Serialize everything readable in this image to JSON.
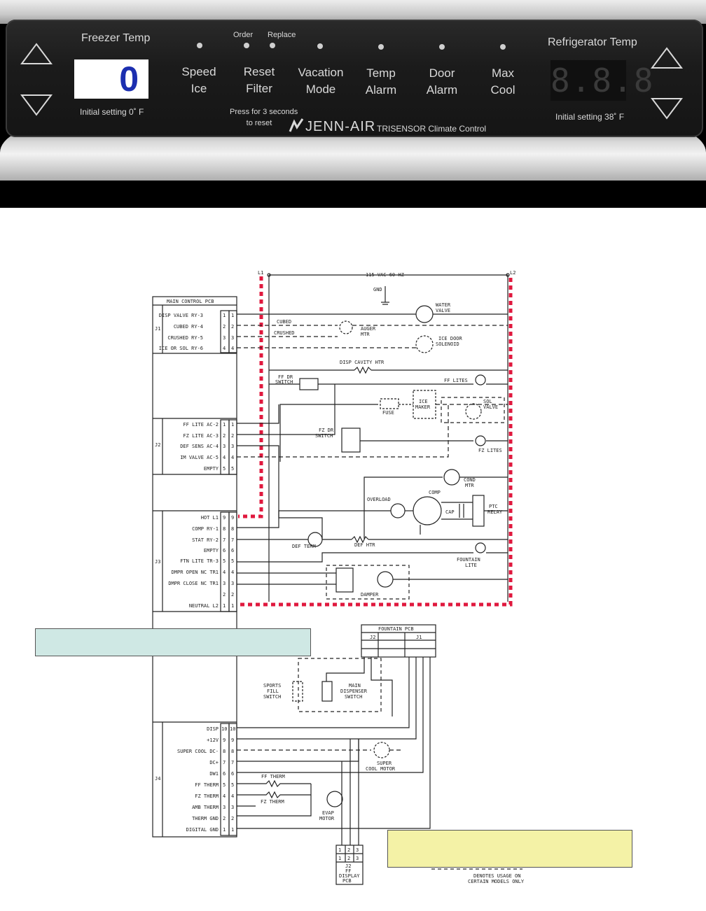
{
  "panel": {
    "freezer_title": "Freezer Temp",
    "freezer_value": "0",
    "freezer_initial": "Initial setting  0˚ F",
    "fridge_title": "Refrigerator Temp",
    "fridge_value": "8.8.8",
    "fridge_initial": "Initial setting  38˚ F",
    "order_label": "Order",
    "replace_label": "Replace",
    "buttons": [
      {
        "line1": "Speed",
        "line2": "Ice"
      },
      {
        "line1": "Reset",
        "line2": "Filter"
      },
      {
        "line1": "Vacation",
        "line2": "Mode"
      },
      {
        "line1": "Temp",
        "line2": "Alarm"
      },
      {
        "line1": "Door",
        "line2": "Alarm"
      },
      {
        "line1": "Max",
        "line2": "Cool"
      }
    ],
    "press_note_1": "Press for 3 seconds",
    "press_note_2": "to reset",
    "brand": "JENN-AIR",
    "brand_sub": "TRISENSOR  Climate Control"
  },
  "diagram": {
    "power": "115 VAC 60 HZ",
    "l1": "L1",
    "l2": "L2",
    "gnd": "GND",
    "pcb_title": "MAIN CONTROL PCB",
    "j1": "J1",
    "j2": "J2",
    "j3": "J3",
    "j4": "J4",
    "j1_pins": [
      {
        "label": "DISP VALVE RY-3",
        "pin": "1"
      },
      {
        "label": "CUBED RY-4",
        "pin": "2"
      },
      {
        "label": "CRUSHED RY-5",
        "pin": "3"
      },
      {
        "label": "ICE OR SOL RY-6",
        "pin": "4"
      }
    ],
    "j2_pins": [
      {
        "label": "FF LITE AC-2",
        "pin": "1"
      },
      {
        "label": "FZ LITE AC-3",
        "pin": "2"
      },
      {
        "label": "DEF SENS AC-4",
        "pin": "3"
      },
      {
        "label": "IM VALVE AC-5",
        "pin": "4"
      },
      {
        "label": "EMPTY",
        "pin": "5"
      }
    ],
    "j3_pins": [
      {
        "label": "HOT L1",
        "pin": "9"
      },
      {
        "label": "COMP RY-1",
        "pin": "8"
      },
      {
        "label": "STAT RY-2",
        "pin": "7"
      },
      {
        "label": "EMPTY",
        "pin": "6"
      },
      {
        "label": "FTN LITE TR-3",
        "pin": "5"
      },
      {
        "label": "DMPR OPEN NC TR1",
        "pin": "4"
      },
      {
        "label": "DMPR CLOSE NC TR1",
        "pin": "3"
      },
      {
        "label": "",
        "pin": "2"
      },
      {
        "label": "NEUTRAL L2",
        "pin": "1"
      }
    ],
    "j4_pins": [
      {
        "label": "DISP",
        "pin": "10"
      },
      {
        "label": "+12V",
        "pin": "9"
      },
      {
        "label": "SUPER COOL DC-",
        "pin": "8"
      },
      {
        "label": "DC+",
        "pin": "7"
      },
      {
        "label": "DW1",
        "pin": "6"
      },
      {
        "label": "FF THERM",
        "pin": "5"
      },
      {
        "label": "FZ THERM",
        "pin": "4"
      },
      {
        "label": "AMB THERM",
        "pin": "3"
      },
      {
        "label": "THERM GND",
        "pin": "2"
      },
      {
        "label": "DIGITAL GND",
        "pin": "1"
      }
    ],
    "components": {
      "water_valve": [
        "WATER",
        "VALVE"
      ],
      "cubed": "CUBED",
      "crushed": "CRUSHED",
      "auger": [
        "AUGER",
        "MTR"
      ],
      "ice_door": [
        "ICE DOOR",
        "SOLENOID"
      ],
      "disp_cavity": "DISP CAVITY HTR",
      "ff_dr_switch": [
        "FF DR",
        "SWITCH"
      ],
      "ff_lites": "FF LITES",
      "fuse": "FUSE",
      "ice_maker": [
        "ICE",
        "MAKER"
      ],
      "sol_valve": [
        "SOL",
        "VALVE"
      ],
      "fz_dr_switch": [
        "FZ DR",
        "SWITCH"
      ],
      "fz_lites": "FZ LITES",
      "cond_mtr": [
        "COND",
        "MTR"
      ],
      "overload": "OVERLOAD",
      "comp": "COMP",
      "cap": "CAP",
      "ptc_relay": [
        "PTC",
        "RELAY"
      ],
      "def_term": "DEF TERM",
      "def_htr": "DEF HTR",
      "fountain_lite": [
        "FOUNTAIN",
        "LITE"
      ],
      "damper": "DAMPER",
      "fountain_pcb": "FOUNTAIN PCB",
      "sports_fill": [
        "SPORTS",
        "FILL",
        "SWITCH"
      ],
      "main_dispenser": [
        "MAIN",
        "DISPENSER",
        "SWITCH"
      ],
      "super_cool_motor": [
        "SUPER",
        "COOL MOTOR"
      ],
      "ff_therm": "FF THERM",
      "fz_therm": "FZ THERM",
      "evap_motor": [
        "EVAP",
        "MOTOR"
      ],
      "display_pcb": [
        "J2",
        "FF",
        "DISPLAY",
        "PCB"
      ],
      "denotes": [
        "DENOTES USAGE ON",
        "CERTAIN MODELS ONLY"
      ]
    }
  },
  "colors": {
    "highlight_red": "#e0193e",
    "note_cyan": "#cfe8e4",
    "note_yellow": "#f4f2a6",
    "panel_text": "#d9d9d9",
    "freezer_digit": "#1c2fb0"
  }
}
